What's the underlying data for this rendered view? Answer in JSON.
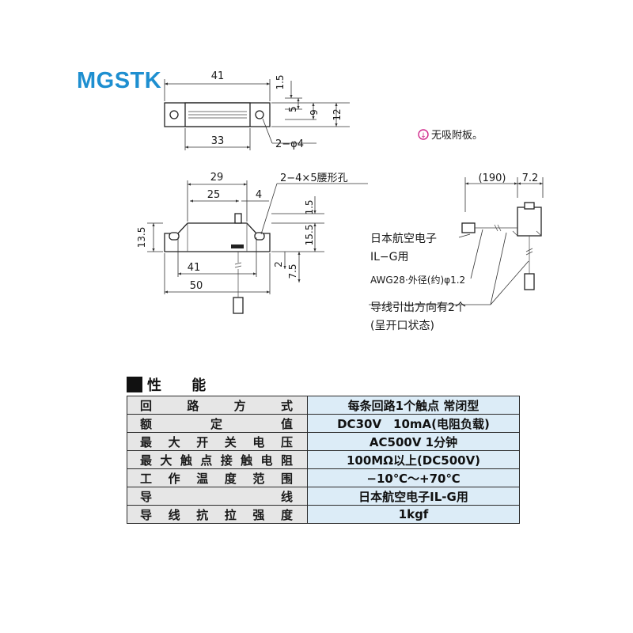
{
  "model": "MGSTK",
  "top_view": {
    "dims": {
      "overall_length": "41",
      "hole_pitch": "33",
      "offset": "1.5",
      "inner_height": "5",
      "mid_height": "9",
      "outer_height": "12",
      "holes": "2−φ4"
    }
  },
  "front_view": {
    "dims": {
      "slot_pitch": "29",
      "inner_width": "25",
      "right_offset": "4",
      "slots": "2−4×5腰形孔",
      "height": "13.5",
      "top_gap": "1.5",
      "body_height": "15.5",
      "base_width": "41",
      "overall_width": "50",
      "bottom_2": "2",
      "bottom_7_5": "7.5"
    }
  },
  "side_view": {
    "note": "无吸附板。",
    "dims": {
      "lead_length": "(190)",
      "width": "7.2"
    },
    "callouts": {
      "wire_brand": "日本航空电子",
      "wire_type": "IL−G用",
      "wire_spec": "AWG28·外径(约)φ1.2",
      "lead_direction": "导线引出方向有2个",
      "state": "(呈开口状态)"
    }
  },
  "specs": {
    "heading": "性 能",
    "rows": [
      {
        "key": "回路方式",
        "value": "每条回路1个触点 常闭型"
      },
      {
        "key": "额定值",
        "value": "DC30V　10mA(电阻负载)"
      },
      {
        "key": "最大开关电压",
        "value": "AC500V 1分钟"
      },
      {
        "key": "最大触点接触电阻",
        "value": "100MΩ以上(DC500V)"
      },
      {
        "key": "工作温度范围",
        "value": "−10℃～+70℃"
      },
      {
        "key": "导线",
        "value": "日本航空电子IL-G用"
      },
      {
        "key": "导线抗拉强度",
        "value": "1kgf"
      }
    ]
  }
}
